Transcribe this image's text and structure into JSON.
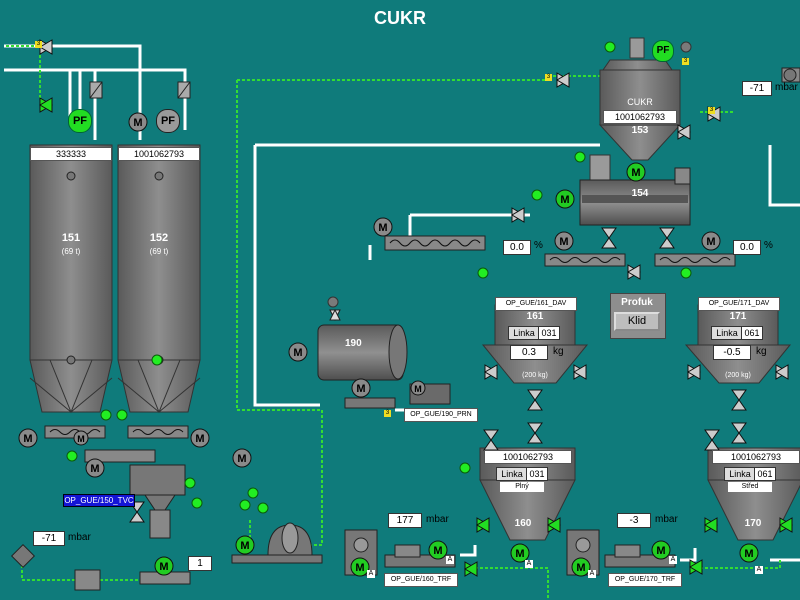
{
  "title": "CUKR",
  "colors": {
    "background": "#0f7b7b",
    "vessel": "#777777",
    "pipe": "#ffffff",
    "status_on": "#22cc22",
    "signal_line": "#33dd33"
  },
  "silos": [
    {
      "id": "151",
      "name_tag": "333333",
      "capacity": "(69 t)",
      "pf": "PF"
    },
    {
      "id": "152",
      "name_tag": "1001062793",
      "capacity": "(69 t)",
      "pf": "PF"
    }
  ],
  "hopper_153": {
    "label": "CUKR",
    "batch": "1001062793",
    "id": "153",
    "pf": "PF"
  },
  "sieve_154": {
    "id": "154"
  },
  "screws": [
    {
      "id": "161-feed",
      "value": "0.0",
      "unit": "%"
    },
    {
      "id": "171-feed",
      "value": "0.0",
      "unit": "%"
    }
  ],
  "mixer_190": {
    "id": "190",
    "tag": "OP_GUE/190_PRN"
  },
  "blower_150": {
    "tag": "OP_GUE/150_TVC"
  },
  "profuk": {
    "label": "Profuk",
    "state": "Klid"
  },
  "scales": [
    {
      "id": "161",
      "tag": "OP_GUE/161_DAV",
      "linka_label": "Linka",
      "linka": "031",
      "value": "0.3",
      "unit": "kg",
      "capacity": "(200 kg)"
    },
    {
      "id": "171",
      "tag": "OP_GUE/171_DAV",
      "linka_label": "Linka",
      "linka": "061",
      "value": "-0.5",
      "unit": "kg",
      "capacity": "(200 kg)"
    }
  ],
  "bins": [
    {
      "id": "160",
      "batch": "1001062793",
      "linka_label": "Linka",
      "linka": "031",
      "state": "Plný"
    },
    {
      "id": "170",
      "batch": "1001062793",
      "linka_label": "Linka",
      "linka": "061",
      "state": "Střed"
    }
  ],
  "pressures": {
    "top_right": {
      "value": "-71",
      "unit": "mbar"
    },
    "bottom_left": {
      "value": "-71",
      "unit": "mbar"
    },
    "line_160": {
      "value": "177",
      "unit": "mbar"
    },
    "line_170": {
      "value": "-3",
      "unit": "mbar"
    }
  },
  "transport": [
    {
      "tag": "OP_GUE/160_TRF"
    },
    {
      "tag": "OP_GUE/170_TRF"
    }
  ],
  "counter": {
    "value": "1"
  },
  "motor_letter": "M",
  "badge_a": "A",
  "step_badge": "3"
}
